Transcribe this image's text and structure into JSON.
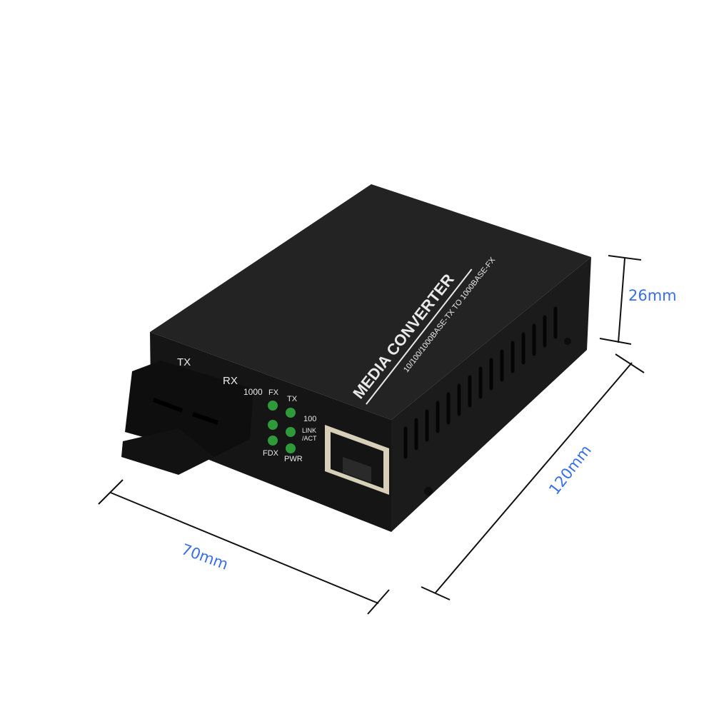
{
  "product": {
    "name": "MEDIA CONVERTER",
    "subtitle": "10/100/1000BASE-TX TO 1000BASE-FX",
    "color_body": "#1c1c1c",
    "color_top": "#242424"
  },
  "front_panel": {
    "port_labels": {
      "tx": "TX",
      "rx": "RX"
    },
    "speed_1000": "1000",
    "led_column_labels": {
      "left": "FX",
      "right": "TX"
    },
    "led_labels": {
      "speed_100": "100",
      "link_act": "LINK /ACT",
      "fdx": "FDX",
      "pwr": "PWR"
    },
    "led_color": "#2e9a3a"
  },
  "dimensions": {
    "height": "26mm",
    "width": "70mm",
    "length": "120mm",
    "label_color": "#3a6ee8"
  }
}
